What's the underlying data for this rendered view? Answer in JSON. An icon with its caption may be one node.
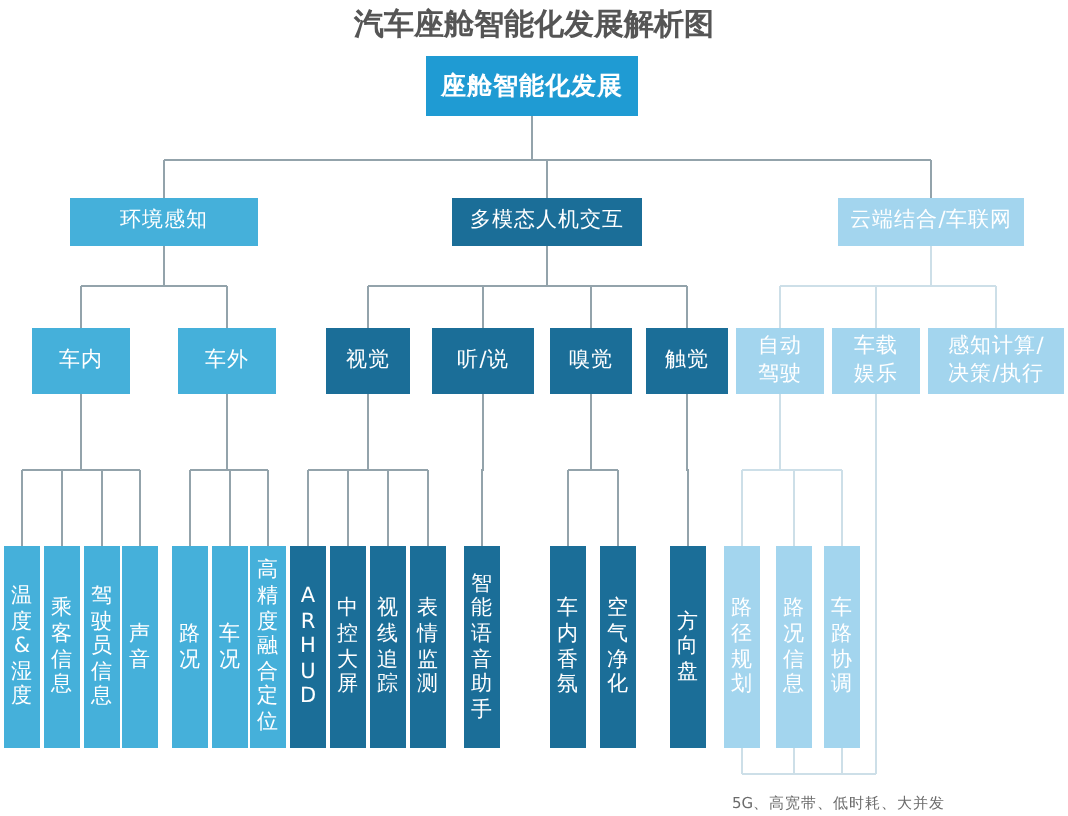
{
  "diagram": {
    "title": "汽车座舱智能化发展解析图",
    "nodes": [
      {
        "text": [
          "座舱智能化发展"
        ]
      },
      {
        "text": [
          "环境感知"
        ]
      },
      {
        "text": [
          "多模态人机交互"
        ]
      },
      {
        "text": [
          "云端结合/车联网"
        ]
      },
      {
        "text": [
          "车内"
        ]
      },
      {
        "text": [
          "车外"
        ]
      },
      {
        "text": [
          "视觉"
        ]
      },
      {
        "text": [
          "听/说"
        ]
      },
      {
        "text": [
          "嗅觉"
        ]
      },
      {
        "text": [
          "触觉"
        ]
      },
      {
        "text": [
          "自动驾驶"
        ]
      },
      {
        "text": [
          "车载娱乐"
        ]
      },
      {
        "text": [
          "感知计算/决策/执行"
        ]
      },
      {
        "text": [
          "温度&湿度"
        ]
      },
      {
        "text": [
          "乘客信息"
        ]
      },
      {
        "text": [
          "驾驶员信息"
        ]
      },
      {
        "text": [
          "声音"
        ]
      },
      {
        "text": [
          "路况"
        ]
      },
      {
        "text": [
          "车况"
        ]
      },
      {
        "text": [
          "高精度融合定位"
        ]
      },
      {
        "text": [
          "AR HUD"
        ]
      },
      {
        "text": [
          "中控大屏"
        ]
      },
      {
        "text": [
          "视线追踪"
        ]
      },
      {
        "text": [
          "表情监测"
        ]
      },
      {
        "text": [
          "智能语音助手"
        ]
      },
      {
        "text": [
          "车内香氛"
        ]
      },
      {
        "text": [
          "空气净化"
        ]
      },
      {
        "text": [
          "方向盘"
        ]
      },
      {
        "text": [
          "路径规划"
        ]
      },
      {
        "text": [
          "路况信息"
        ]
      },
      {
        "text": [
          "车路协调"
        ]
      }
    ],
    "edges": [
      {
        "from": 0,
        "to": 1,
        "arrow": "none"
      },
      {
        "from": 0,
        "to": 2,
        "arrow": "none"
      },
      {
        "from": 0,
        "to": 3,
        "arrow": "none"
      },
      {
        "from": 1,
        "to": 4,
        "arrow": "none"
      },
      {
        "from": 1,
        "to": 5,
        "arrow": "none"
      },
      {
        "from": 2,
        "to": 6,
        "arrow": "none"
      },
      {
        "from": 2,
        "to": 7,
        "arrow": "none"
      },
      {
        "from": 2,
        "to": 8,
        "arrow": "none"
      },
      {
        "from": 2,
        "to": 9,
        "arrow": "none"
      },
      {
        "from": 3,
        "to": 10,
        "arrow": "none",
        "color": "#cddfe8"
      },
      {
        "from": 3,
        "to": 11,
        "arrow": "none",
        "color": "#cddfe8"
      },
      {
        "from": 3,
        "to": 12,
        "arrow": "none",
        "color": "#cddfe8"
      },
      {
        "from": 4,
        "to": 13,
        "arrow": "none"
      },
      {
        "from": 4,
        "to": 14,
        "arrow": "none"
      },
      {
        "from": 4,
        "to": 15,
        "arrow": "none"
      },
      {
        "from": 4,
        "to": 16,
        "arrow": "none"
      },
      {
        "from": 5,
        "to": 17,
        "arrow": "none"
      },
      {
        "from": 5,
        "to": 18,
        "arrow": "none"
      },
      {
        "from": 5,
        "to": 19,
        "arrow": "none"
      },
      {
        "from": 6,
        "to": 20,
        "arrow": "none"
      },
      {
        "from": 6,
        "to": 21,
        "arrow": "none"
      },
      {
        "from": 6,
        "to": 22,
        "arrow": "none"
      },
      {
        "from": 6,
        "to": 23,
        "arrow": "none"
      },
      {
        "from": 7,
        "to": 24,
        "arrow": "none"
      },
      {
        "from": 8,
        "to": 25,
        "arrow": "none"
      },
      {
        "from": 8,
        "to": 26,
        "arrow": "none"
      },
      {
        "from": 9,
        "to": 27,
        "arrow": "none"
      },
      {
        "from": 10,
        "to": 28,
        "arrow": "none",
        "color": "#cddfe8"
      },
      {
        "from": 10,
        "to": 29,
        "arrow": "none",
        "color": "#cddfe8"
      },
      {
        "from": 10,
        "to": 30,
        "arrow": "none",
        "color": "#cddfe8"
      },
      {
        "from": 11,
        "to": 28,
        "arrow": "none",
        "color": "#cddfe8"
      },
      {
        "from": 11,
        "to": 29,
        "arrow": "none",
        "color": "#cddfe8"
      },
      {
        "from": 11,
        "to": 30,
        "arrow": "none",
        "color": "#cddfe8"
      }
    ],
    "labels": [
      "5G、高宽带、低时耗、大并发"
    ]
  }
}
